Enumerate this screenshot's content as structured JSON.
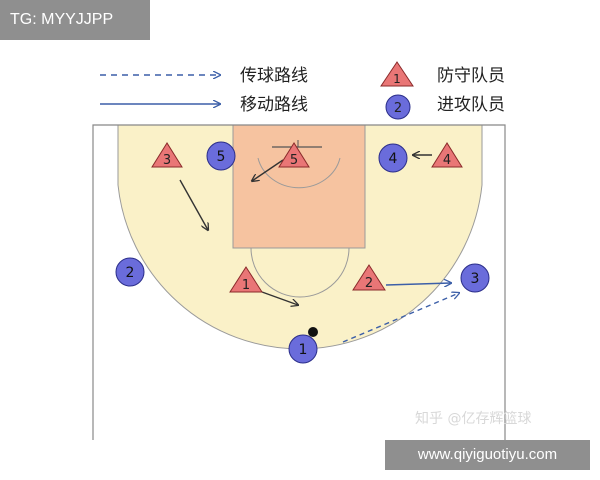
{
  "top_banner": {
    "text": "TG: MYYJJPP"
  },
  "bottom_banner": {
    "text": "www.qiyiguotiyu.com"
  },
  "watermark": {
    "text": "知乎 @亿存辉篮球"
  },
  "legend": {
    "pass_label": "传球路线",
    "move_label": "移动路线",
    "defender_label": "防守队员",
    "defender_sample": "1",
    "attacker_label": "进攻队员",
    "attacker_sample": "2"
  },
  "defenders": [
    {
      "label": "3"
    },
    {
      "label": "5"
    },
    {
      "label": "4"
    },
    {
      "label": "1"
    },
    {
      "label": "2"
    }
  ],
  "attackers": [
    {
      "label": "5"
    },
    {
      "label": "4"
    },
    {
      "label": "2"
    },
    {
      "label": "3"
    },
    {
      "label": "1"
    }
  ],
  "colors": {
    "court_fill": "#faf1c8",
    "paint_fill": "#f6c3a0",
    "line": "#9a9a9a",
    "defender_fill": "#e97676",
    "attacker_fill": "#6a6cdb",
    "arrow": "#3c5fa8"
  }
}
